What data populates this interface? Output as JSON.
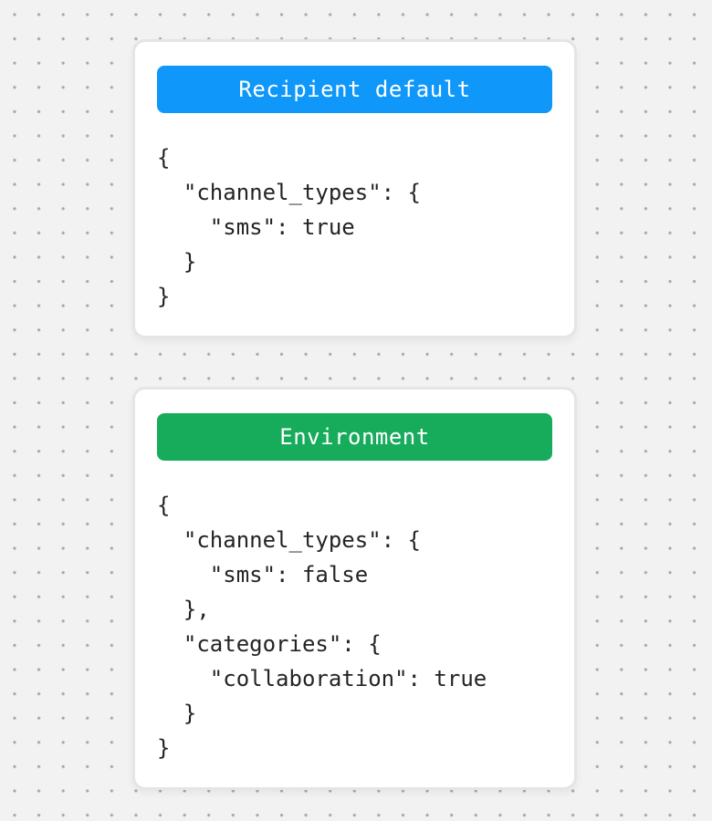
{
  "canvas": {
    "background_color": "#f2f2f2",
    "dot_color": "#a6a6a6",
    "card_background": "#ffffff",
    "card_border_color": "#e5e5e5",
    "code_text_color": "#242424"
  },
  "cards": [
    {
      "title": "Recipient default",
      "header_color": "#0f97fa",
      "header_text_color": "#ffffff",
      "code": "{\n  \"channel_types\": {\n    \"sms\": true\n  }\n}"
    },
    {
      "title": "Environment",
      "header_color": "#17ab5c",
      "header_text_color": "#ffffff",
      "code": "{\n  \"channel_types\": {\n    \"sms\": false\n  },\n  \"categories\": {\n    \"collaboration\": true\n  }\n}"
    }
  ]
}
